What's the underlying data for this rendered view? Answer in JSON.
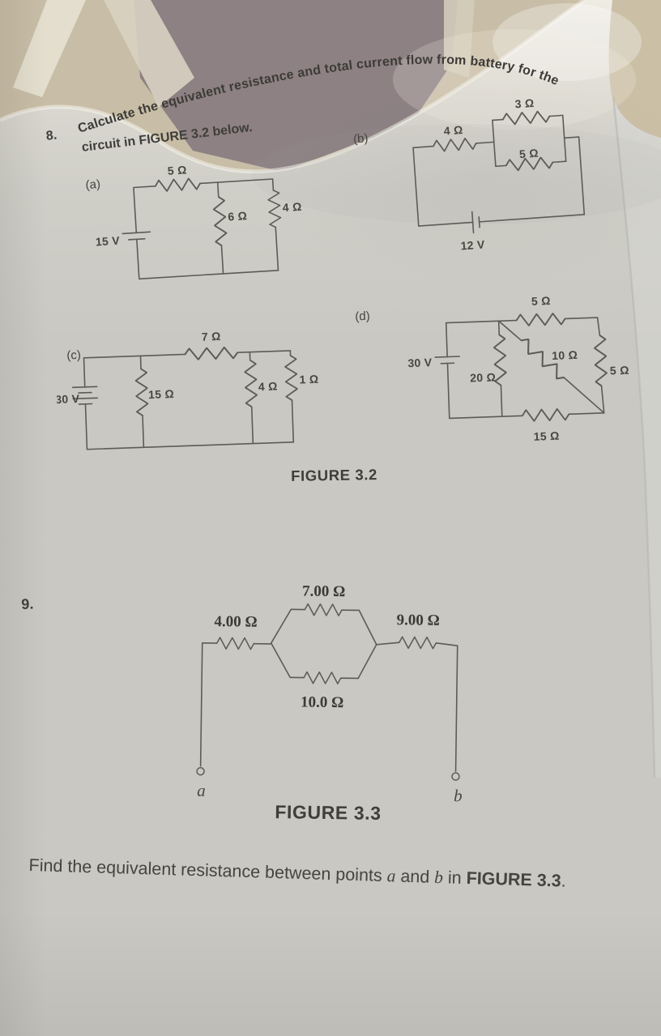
{
  "problem8": {
    "number": "8.",
    "heading_line1": "Calculate the equivalent resistance and total current flow from battery for the",
    "heading_line2": "circuit in FIGURE 3.2 below."
  },
  "figure32": {
    "caption": "FIGURE 3.2",
    "a": {
      "label": "(a)",
      "source": "15 V",
      "r_series": "5 Ω",
      "r_mid": "6 Ω",
      "r_right": "4 Ω"
    },
    "b": {
      "label": "(b)",
      "source": "12 V",
      "r_series": "4 Ω",
      "r_top": "3 Ω",
      "r_bottom": "5 Ω"
    },
    "c": {
      "label": "(c)",
      "source": "30 V",
      "r_shunt": "15 Ω",
      "r_series": "7 Ω",
      "r_mid": "4 Ω",
      "r_right": "1 Ω"
    },
    "d": {
      "label": "(d)",
      "source": "30 V",
      "r_top": "5 Ω",
      "r_left": "20 Ω",
      "r_diag": "10 Ω",
      "r_right": "5 Ω",
      "r_bottom": "15 Ω"
    }
  },
  "problem9": {
    "number": "9.",
    "instruction": {
      "part1": "Find the equivalent resistance between points ",
      "point_a": "a",
      "part2": " and ",
      "point_b": "b",
      "part3": " in ",
      "figure_ref": "FIGURE 3.3",
      "part4": "."
    }
  },
  "figure33": {
    "caption": "FIGURE 3.3",
    "r_left": "4.00 Ω",
    "r_top": "7.00 Ω",
    "r_right": "9.00 Ω",
    "r_bottom": "10.0 Ω",
    "terminal_a": "a",
    "terminal_b": "b"
  }
}
